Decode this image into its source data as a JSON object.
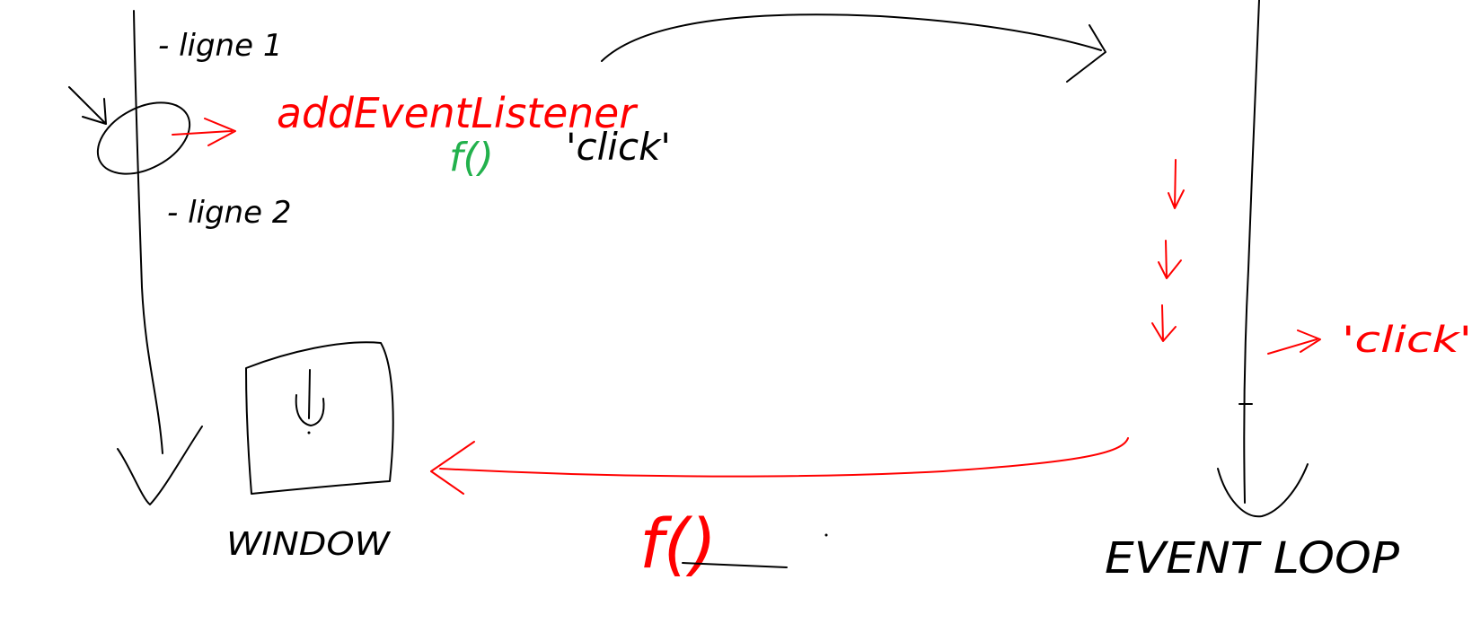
{
  "colors": {
    "ink": "#000000",
    "red": "#ff0000",
    "green": "#22b14c",
    "background": "#ffffff"
  },
  "labels": {
    "ligne1": "- ligne 1",
    "ligne2": "- ligne 2",
    "add_event_listener": "addEventListener",
    "callback_green": "f()",
    "click_event": "'click'",
    "click_side": "'click'",
    "window": "WINDOW",
    "callback_red": "f()",
    "event_loop": "EVENT LOOP"
  }
}
